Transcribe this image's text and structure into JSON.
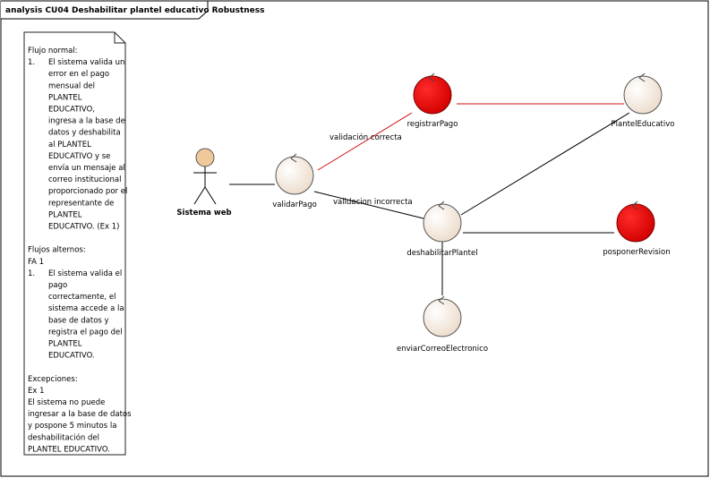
{
  "diagram": {
    "title": "analysis CU04 Deshabilitar plantel educativo Robustness"
  },
  "note": {
    "lines": [
      {
        "num": "",
        "text": "Flujo normal:"
      },
      {
        "num": "1.",
        "text": "El sistema valida un"
      },
      {
        "num": "",
        "text": "error en el pago"
      },
      {
        "num": "",
        "text": "mensual del"
      },
      {
        "num": "",
        "text": "PLANTEL"
      },
      {
        "num": "",
        "text": "EDUCATIVO,"
      },
      {
        "num": "",
        "text": "ingresa a la base de"
      },
      {
        "num": "",
        "text": "datos y deshabilita"
      },
      {
        "num": "",
        "text": "al PLANTEL"
      },
      {
        "num": "",
        "text": "EDUCATIVO y se"
      },
      {
        "num": "",
        "text": "envía un mensaje al"
      },
      {
        "num": "",
        "text": "correo institucional"
      },
      {
        "num": "",
        "text": "proporcionado por el"
      },
      {
        "num": "",
        "text": "representante de"
      },
      {
        "num": "",
        "text": "PLANTEL"
      },
      {
        "num": "",
        "text": "EDUCATIVO. (Ex 1)"
      },
      {
        "num": "",
        "text": ""
      },
      {
        "num": "",
        "text": "Flujos alternos:"
      },
      {
        "num": "",
        "text": "FA 1"
      },
      {
        "num": "1.",
        "text": "El sistema valida el"
      },
      {
        "num": "",
        "text": "pago"
      },
      {
        "num": "",
        "text": "correctamente, el"
      },
      {
        "num": "",
        "text": "sistema accede a la"
      },
      {
        "num": "",
        "text": "base de datos y"
      },
      {
        "num": "",
        "text": "registra el pago del"
      },
      {
        "num": "",
        "text": "PLANTEL"
      },
      {
        "num": "",
        "text": "EDUCATIVO."
      },
      {
        "num": "",
        "text": ""
      },
      {
        "num": "",
        "text": "Excepciones:"
      },
      {
        "num": "",
        "text": "Ex 1"
      },
      {
        "num": "",
        "text": "El sistema no puede"
      },
      {
        "num": "",
        "text": "ingresar a la base de datos"
      },
      {
        "num": "",
        "text": "y pospone 5 minutos la"
      },
      {
        "num": "",
        "text": "deshabilitación del"
      },
      {
        "num": "",
        "text": "PLANTEL EDUCATIVO."
      }
    ]
  },
  "actor": {
    "label": "Sistema web"
  },
  "nodes": {
    "validarPago": {
      "label": "validarPago"
    },
    "registrarPago": {
      "label": "registrarPago"
    },
    "plantelEducativo": {
      "label": "PlantelEducativo"
    },
    "deshabilitarPlantel": {
      "label": "deshabilitarPlantel"
    },
    "posponerRevision": {
      "label": "posponerRevision"
    },
    "enviarCorreo": {
      "label": "enviarCorreoElectronico"
    }
  },
  "edges": {
    "validacion_correcta": "validación correcta",
    "validacion_incorrecta": "validacion incorrecta"
  },
  "colors": {
    "entity_fill": "#f3e8dc",
    "control_red": "#e00000",
    "actor_fill": "#f0c89a",
    "red_line": "#d01010",
    "note_fill": "#ffffff"
  }
}
